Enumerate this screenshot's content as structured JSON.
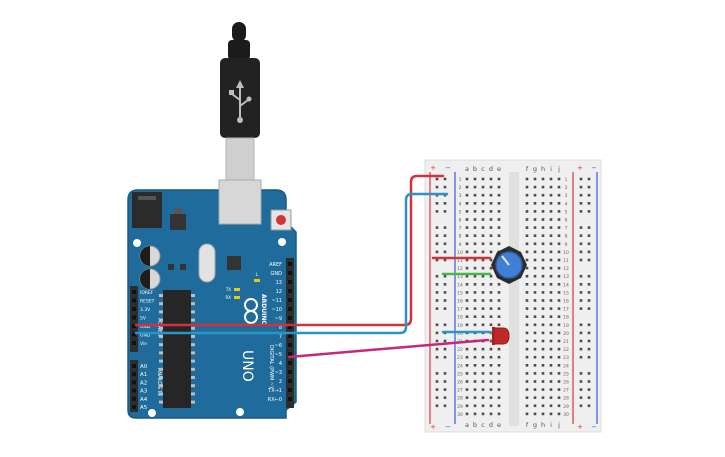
{
  "colors": {
    "board": "#1f6b9b",
    "board_edge": "#175a85",
    "header": "#2d2d2d",
    "breadboard": "#efefef",
    "rail_red": "#d9363e",
    "rail_blue": "#3b5bdb",
    "wire_red": "#d0343a",
    "wire_blue": "#2d93c4",
    "wire_green": "#48b748",
    "wire_magenta": "#c4287c",
    "led": "#c0282a",
    "pot": "#3f7fd6"
  },
  "arduino": {
    "brand": "ARDUINO",
    "model": "UNO",
    "power_label": "POWER",
    "analog_label": "ANALOG IN",
    "digital_label": "DIGITAL (PWM ~)",
    "top_pins": [
      "AREF",
      "GND",
      "13",
      "12",
      "~11",
      "~10",
      "~9",
      "8",
      "7",
      "~6",
      "~5",
      "4",
      "~3",
      "2",
      "TX→1",
      "RX←0"
    ],
    "power_pins": [
      "IOREF",
      "RESET",
      "3.3V",
      "5V",
      "GND",
      "GND",
      "Vin"
    ],
    "analog_pins": [
      "A0",
      "A1",
      "A2",
      "A3",
      "A4",
      "A5"
    ],
    "tx_label": "TX",
    "rx_label": "RX",
    "l_label": "L"
  },
  "breadboard": {
    "col_letters_left": [
      "a",
      "b",
      "c",
      "d",
      "e"
    ],
    "col_letters_right": [
      "f",
      "g",
      "h",
      "i",
      "j"
    ],
    "rail_plus": "+",
    "rail_minus": "−",
    "rows": [
      "1",
      "2",
      "3",
      "4",
      "5",
      "6",
      "7",
      "8",
      "9",
      "10",
      "11",
      "12",
      "13",
      "14",
      "15",
      "16",
      "17",
      "18",
      "19",
      "20",
      "21",
      "22",
      "23",
      "24",
      "25",
      "26",
      "27",
      "28",
      "29",
      "30"
    ]
  }
}
